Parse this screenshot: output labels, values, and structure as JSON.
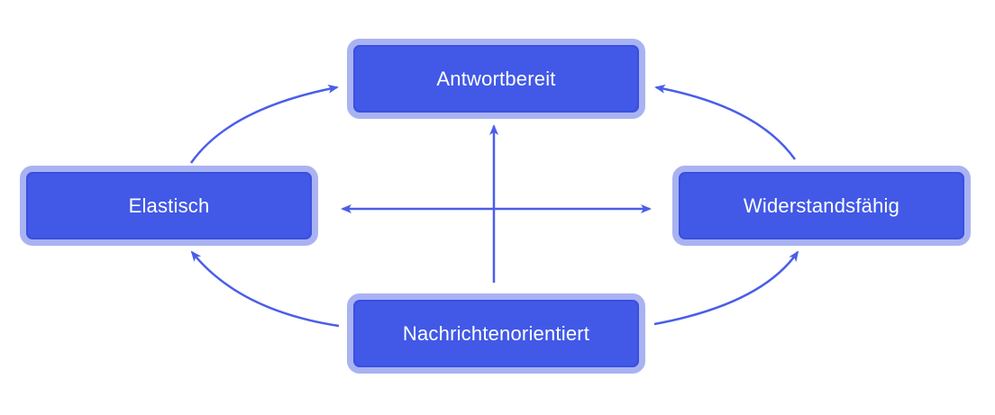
{
  "diagram": {
    "nodes": {
      "top": "Antwortbereit",
      "left": "Elastisch",
      "right": "Widerstandsfähig",
      "bottom": "Nachrichtenorientiert"
    },
    "colors": {
      "node_fill": "#4159e6",
      "node_border": "#a9b3f2",
      "arrow": "#4a5ee8",
      "text": "#ffffff"
    },
    "edges": [
      {
        "from": "left",
        "to": "top"
      },
      {
        "from": "right",
        "to": "top"
      },
      {
        "from": "bottom",
        "to": "left"
      },
      {
        "from": "bottom",
        "to": "right"
      },
      {
        "from": "bottom",
        "to": "top"
      },
      {
        "from": "center",
        "to": "left"
      },
      {
        "from": "center",
        "to": "right"
      }
    ]
  }
}
